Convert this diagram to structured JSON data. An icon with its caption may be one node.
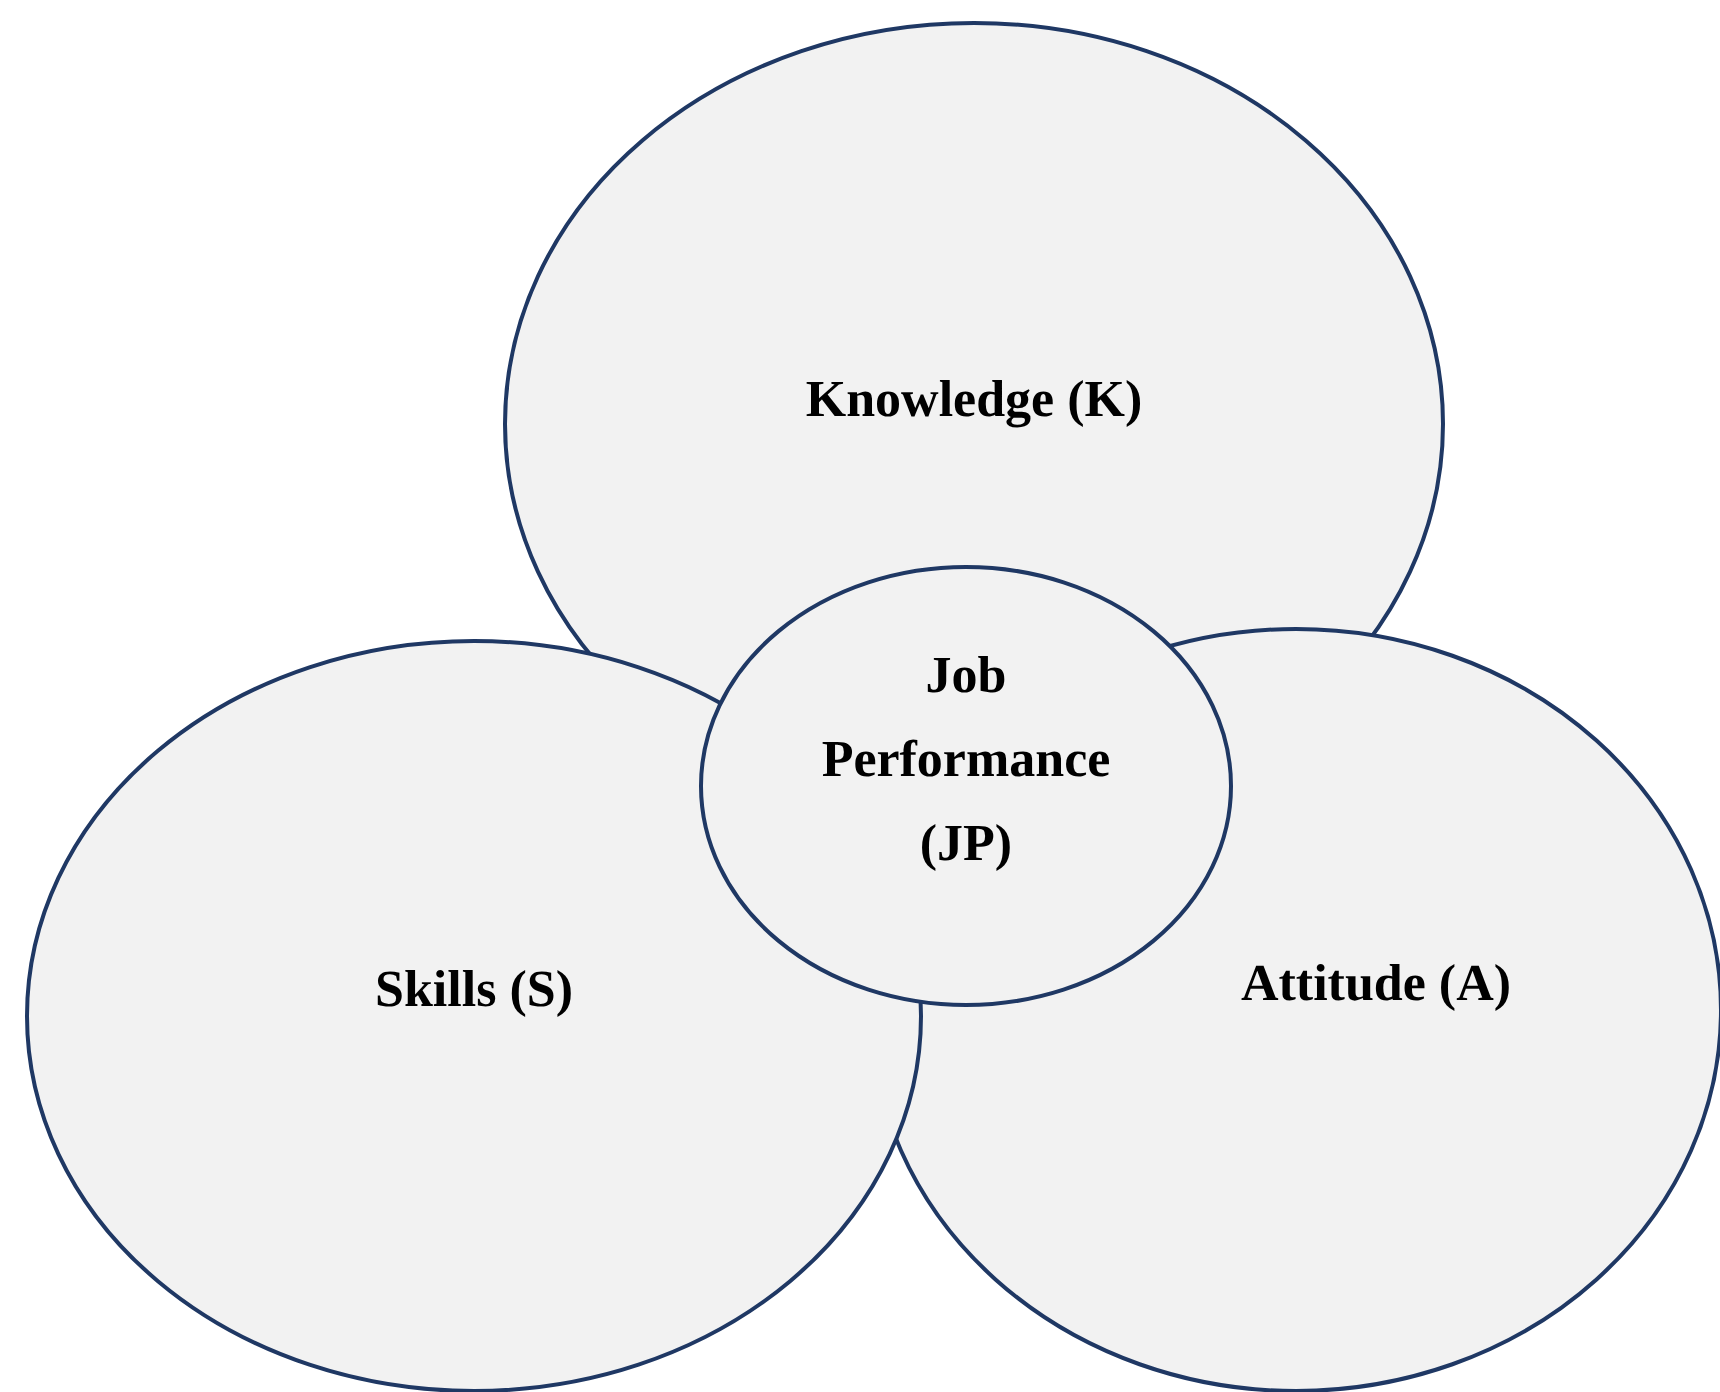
{
  "diagram": {
    "nodes": [
      {
        "text": [
          "Knowledge (K)"
        ]
      },
      {
        "text": [
          "Attitude (A)"
        ]
      },
      {
        "text": [
          "Skills (S)"
        ]
      },
      {
        "text": [
          "Job Performance (JP)"
        ]
      }
    ]
  }
}
